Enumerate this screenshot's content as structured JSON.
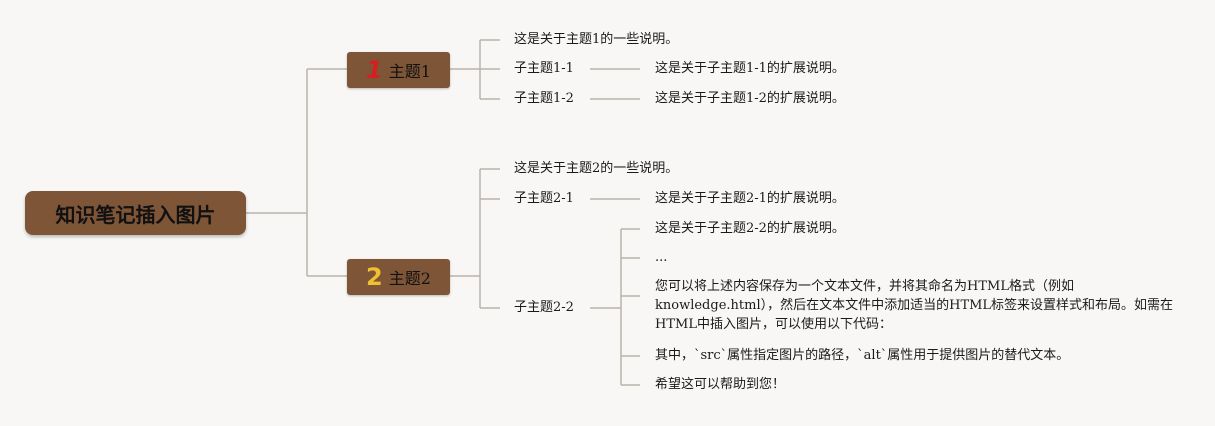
{
  "root": {
    "title": "知识笔记插入图片"
  },
  "topics": [
    {
      "badge": "1",
      "label": "主题1",
      "description": "这是关于主题1的一些说明。",
      "subtopics": [
        {
          "label": "子主题1-1",
          "notes": [
            "这是关于子主题1-1的扩展说明。"
          ]
        },
        {
          "label": "子主题1-2",
          "notes": [
            "这是关于子主题1-2的扩展说明。"
          ]
        }
      ]
    },
    {
      "badge": "2",
      "label": "主题2",
      "description": "这是关于主题2的一些说明。",
      "subtopics": [
        {
          "label": "子主题2-1",
          "notes": [
            "这是关于子主题2-1的扩展说明。"
          ]
        },
        {
          "label": "子主题2-2",
          "notes": [
            "这是关于子主题2-2的扩展说明。",
            "...",
            "您可以将上述内容保存为一个文本文件，并将其命名为HTML格式（例如knowledge.html），然后在文本文件中添加适当的HTML标签来设置样式和布局。如需在HTML中插入图片，可以使用以下代码：",
            "其中，`src`属性指定图片的路径，`alt`属性用于提供图片的替代文本。",
            "希望这可以帮助到您！"
          ]
        }
      ]
    }
  ]
}
